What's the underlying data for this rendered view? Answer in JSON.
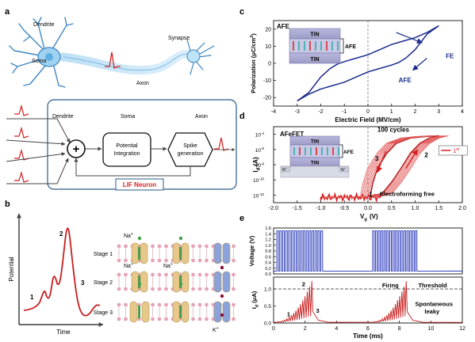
{
  "panels": {
    "a": {
      "letter": "a",
      "neuron_labels": {
        "dendrite": "Dendrite",
        "soma": "Soma",
        "synapse": "Synapse",
        "axon": "Axon"
      },
      "block_labels": {
        "dendrite": "Dendrite",
        "soma": "Soma",
        "axon": "Axon",
        "sum": "+"
      },
      "boxes": {
        "integration_l1": "Potential",
        "integration_l2": "Integration",
        "spike_l1": "Spike",
        "spike_l2": "generation"
      },
      "lif_label": "LIF Neuron"
    },
    "b": {
      "letter": "b",
      "ylabel": "Potential",
      "xlabel": "Time",
      "peaks": [
        "1",
        "2",
        "3"
      ],
      "stages": [
        "Stage 1",
        "Stage 2",
        "Stage 3"
      ],
      "ions": {
        "na": "Na",
        "k": "K",
        "plus": "+"
      }
    },
    "c": {
      "letter": "c",
      "title": "AFE",
      "xlabel": "Electric Field (MV/cm)",
      "ylabel": "Polarization (μC/cm",
      "ylabel_sup": "2",
      "ylabel_close": ")",
      "xticks": [
        "-4",
        "-3",
        "-2",
        "-1",
        "0",
        "1",
        "2",
        "3",
        "4"
      ],
      "yticks": [
        "20",
        "10",
        "0",
        "-10",
        "-20"
      ],
      "inset_top": "TiN",
      "inset_bottom": "TiN",
      "inset_label": "AFE",
      "fe_label": "FE",
      "afe_label": "AFE"
    },
    "d": {
      "letter": "d",
      "title": "AFeFET",
      "xlabel": "V",
      "xlabel_sub": "g",
      "xlabel_unit": " (V)",
      "ylabel": "I",
      "ylabel_sub": "d",
      "ylabel_unit": " (A)",
      "xticks": [
        "-2.0",
        "-1.5",
        "-1.0",
        "-0.5",
        "0.0",
        "0.5",
        "1.0",
        "1.5",
        "2.0"
      ],
      "yticks": [
        "10",
        "10",
        "10",
        "10",
        "10"
      ],
      "ytick_exps": [
        "-4",
        "-6",
        "-8",
        "-10",
        "-12"
      ],
      "cycles_label": "100 cycles",
      "legend": "1",
      "legend_sup": "st",
      "forming_label": "Electroforming free",
      "inset_top": "TiN",
      "inset_bottom": "TiN",
      "inset_label": "AFE",
      "n_plus": "N",
      "n_plus_sup": "+",
      "curve_labels": [
        "1",
        "2",
        "3"
      ]
    },
    "e": {
      "letter": "e",
      "top_ylabel": "Voltage (V)",
      "top_yticks": [
        "1.6",
        "1.4",
        "1.2",
        "1.0",
        "0.8",
        "0.6",
        "0.4",
        "0.2",
        "0.0"
      ],
      "bottom_ylabel": "I",
      "bottom_ylabel_sub": "d",
      "bottom_ylabel_unit": " (μA)",
      "bottom_yticks": [
        "1.0",
        "0.5",
        "0.0"
      ],
      "xlabel": "Time (ms)",
      "xticks": [
        "0",
        "2",
        "4",
        "6",
        "8",
        "10",
        "12"
      ],
      "firing": "Firing",
      "threshold": "Threshold",
      "spontaneous_l1": "Spontaneous",
      "spontaneous_l2": "leaky",
      "curve_labels": [
        "1",
        "2",
        "3"
      ]
    }
  },
  "colors": {
    "navy": "#1b2a8c",
    "red": "#d62020",
    "box_border": "#2a5c8a",
    "neuron": "#4aa0d8"
  },
  "chart_data": [
    {
      "type": "line",
      "panel": "c",
      "title": "AFE",
      "xlabel": "Electric Field (MV/cm)",
      "ylabel": "Polarization (μC/cm2)",
      "xlim": [
        -4,
        4
      ],
      "ylim": [
        -25,
        25
      ],
      "series": [
        {
          "x": [
            -3,
            -2.5,
            -2,
            -1.5,
            -1,
            -0.5,
            0,
            0.5,
            1,
            1.3,
            1.6,
            2,
            2.5,
            3
          ],
          "y": [
            -22,
            -18,
            -15,
            -13,
            -11,
            -8,
            -5,
            -3,
            -1,
            0.5,
            3,
            8,
            17,
            22
          ]
        },
        {
          "x": [
            3,
            2.5,
            2,
            1.5,
            1,
            0.5,
            0,
            -0.5,
            -1,
            -1.3,
            -1.6,
            -2,
            -2.5,
            -3
          ],
          "y": [
            22,
            18,
            15,
            13,
            11,
            8,
            5,
            3,
            1,
            -0.5,
            -3,
            -8,
            -17,
            -22
          ]
        }
      ]
    },
    {
      "type": "line",
      "panel": "d",
      "title": "AFeFET",
      "xlabel": "Vg (V)",
      "ylabel": "Id (A)",
      "xlim": [
        -2,
        2
      ],
      "ylim_log10": [
        -13,
        -3
      ],
      "series": [
        {
          "name": "1st",
          "x": [
            -1,
            -0.5,
            0,
            0.3,
            0.5,
            0.7,
            0.9,
            1.1,
            1.3,
            1.5
          ],
          "log_y": [
            -12.3,
            -12.3,
            -12.2,
            -11.8,
            -10.3,
            -8.5,
            -6.5,
            -5.2,
            -4.5,
            -4.2
          ]
        },
        {
          "x": [
            1.5,
            1.2,
            0.9,
            0.6,
            0.4,
            0.2,
            0.1,
            0.05
          ],
          "log_y": [
            -4.2,
            -4.3,
            -4.5,
            -5.2,
            -6.5,
            -8.5,
            -10.5,
            -12.2
          ]
        }
      ]
    },
    {
      "type": "line",
      "panel": "e-top",
      "ylabel": "Voltage (V)",
      "xlabel": "Time (ms)",
      "xlim": [
        0,
        12
      ],
      "ylim": [
        0,
        1.6
      ],
      "pulse_high": 1.5,
      "pulse_low": 0.1,
      "bursts": [
        [
          0.2,
          3.2
        ],
        [
          6.3,
          9.2
        ]
      ],
      "pulses_per_burst": 16
    },
    {
      "type": "line",
      "panel": "e-bottom",
      "ylabel": "Id (μA)",
      "xlabel": "Time (ms)",
      "xlim": [
        0,
        12
      ],
      "ylim": [
        0,
        1.35
      ],
      "threshold": 1.0,
      "bursts": [
        {
          "start": 0.2,
          "end": 2.5
        },
        {
          "start": 6.3,
          "end": 8.5
        }
      ]
    }
  ]
}
